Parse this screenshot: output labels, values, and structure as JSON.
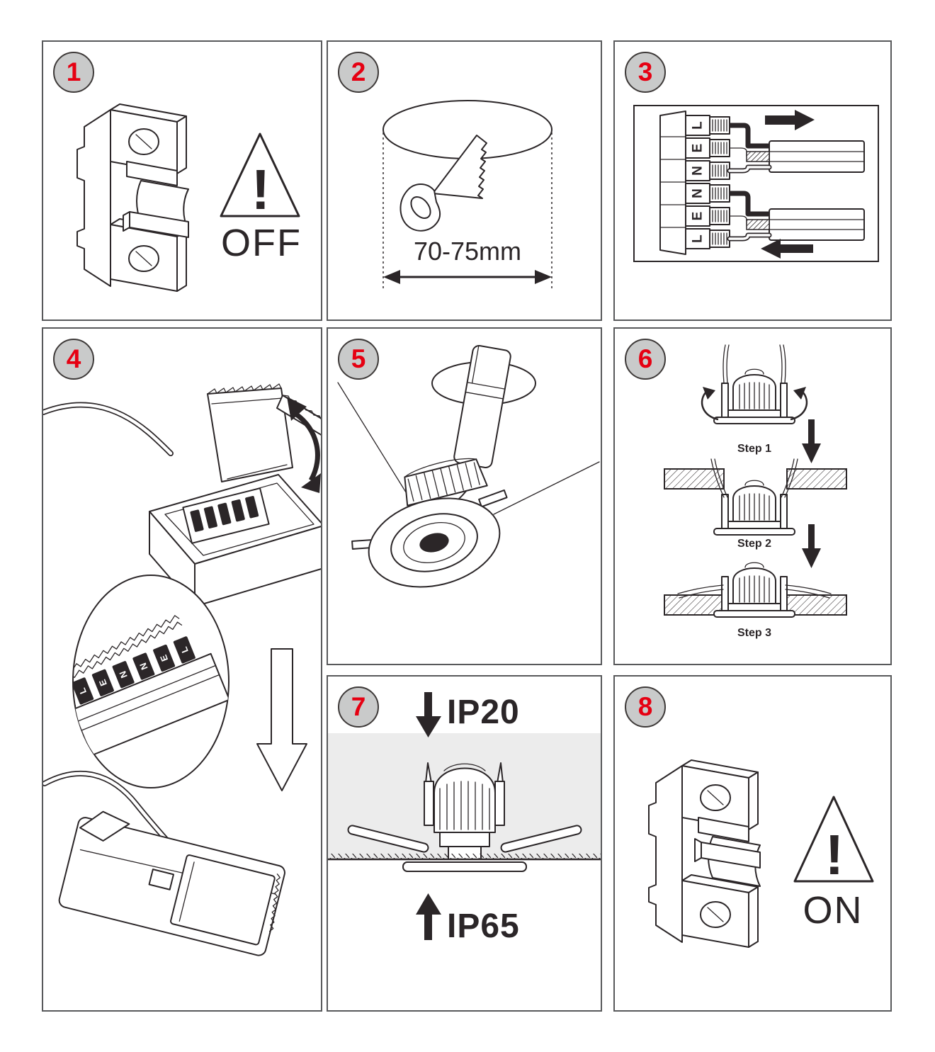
{
  "colors": {
    "accent": "#e60012",
    "badge_background": "#c9caca",
    "badge_border": "#3e3a39",
    "line_ink": "#2b2628",
    "panel_border": "#58595b",
    "above_ceiling_band": "#ececec"
  },
  "panels": {
    "p1": {
      "number": "1",
      "warning_mark": "!",
      "power_label": "OFF"
    },
    "p2": {
      "number": "2",
      "hole_dimension": "70-75mm"
    },
    "p3": {
      "number": "3",
      "terminals": [
        "L",
        "E",
        "N",
        "N",
        "E",
        "L"
      ]
    },
    "p4": {
      "number": "4"
    },
    "p5": {
      "number": "5"
    },
    "p6": {
      "number": "6",
      "step_labels": [
        "Step 1",
        "Step 2",
        "Step 3"
      ]
    },
    "p7": {
      "number": "7",
      "rating_above": "IP20",
      "rating_below": "IP65"
    },
    "p8": {
      "number": "8",
      "warning_mark": "!",
      "power_label": "ON"
    }
  }
}
